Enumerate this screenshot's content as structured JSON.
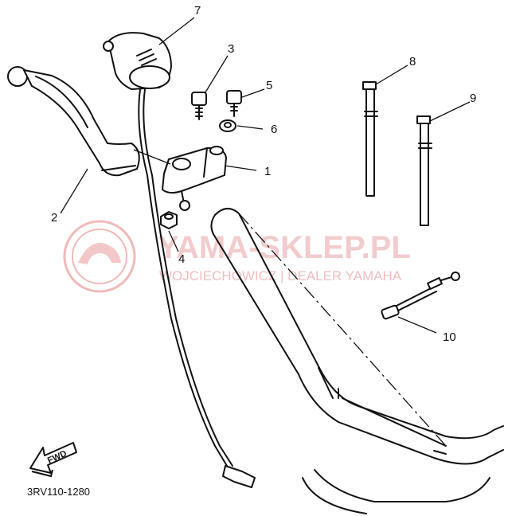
{
  "diagram_code": "3RV110-1280",
  "fwd_label": "FWD",
  "watermark": {
    "title": "YAMA-SKLEP.PL",
    "subtitle": "WOJCIECHOWICZ | DEALER YAMAHA"
  },
  "callouts": [
    {
      "id": "1",
      "label": "1"
    },
    {
      "id": "2",
      "label": "2"
    },
    {
      "id": "3",
      "label": "3"
    },
    {
      "id": "4",
      "label": "4"
    },
    {
      "id": "5",
      "label": "5"
    },
    {
      "id": "6",
      "label": "6"
    },
    {
      "id": "7",
      "label": "7"
    },
    {
      "id": "8",
      "label": "8"
    },
    {
      "id": "9",
      "label": "9"
    },
    {
      "id": "10",
      "label": "10"
    }
  ]
}
